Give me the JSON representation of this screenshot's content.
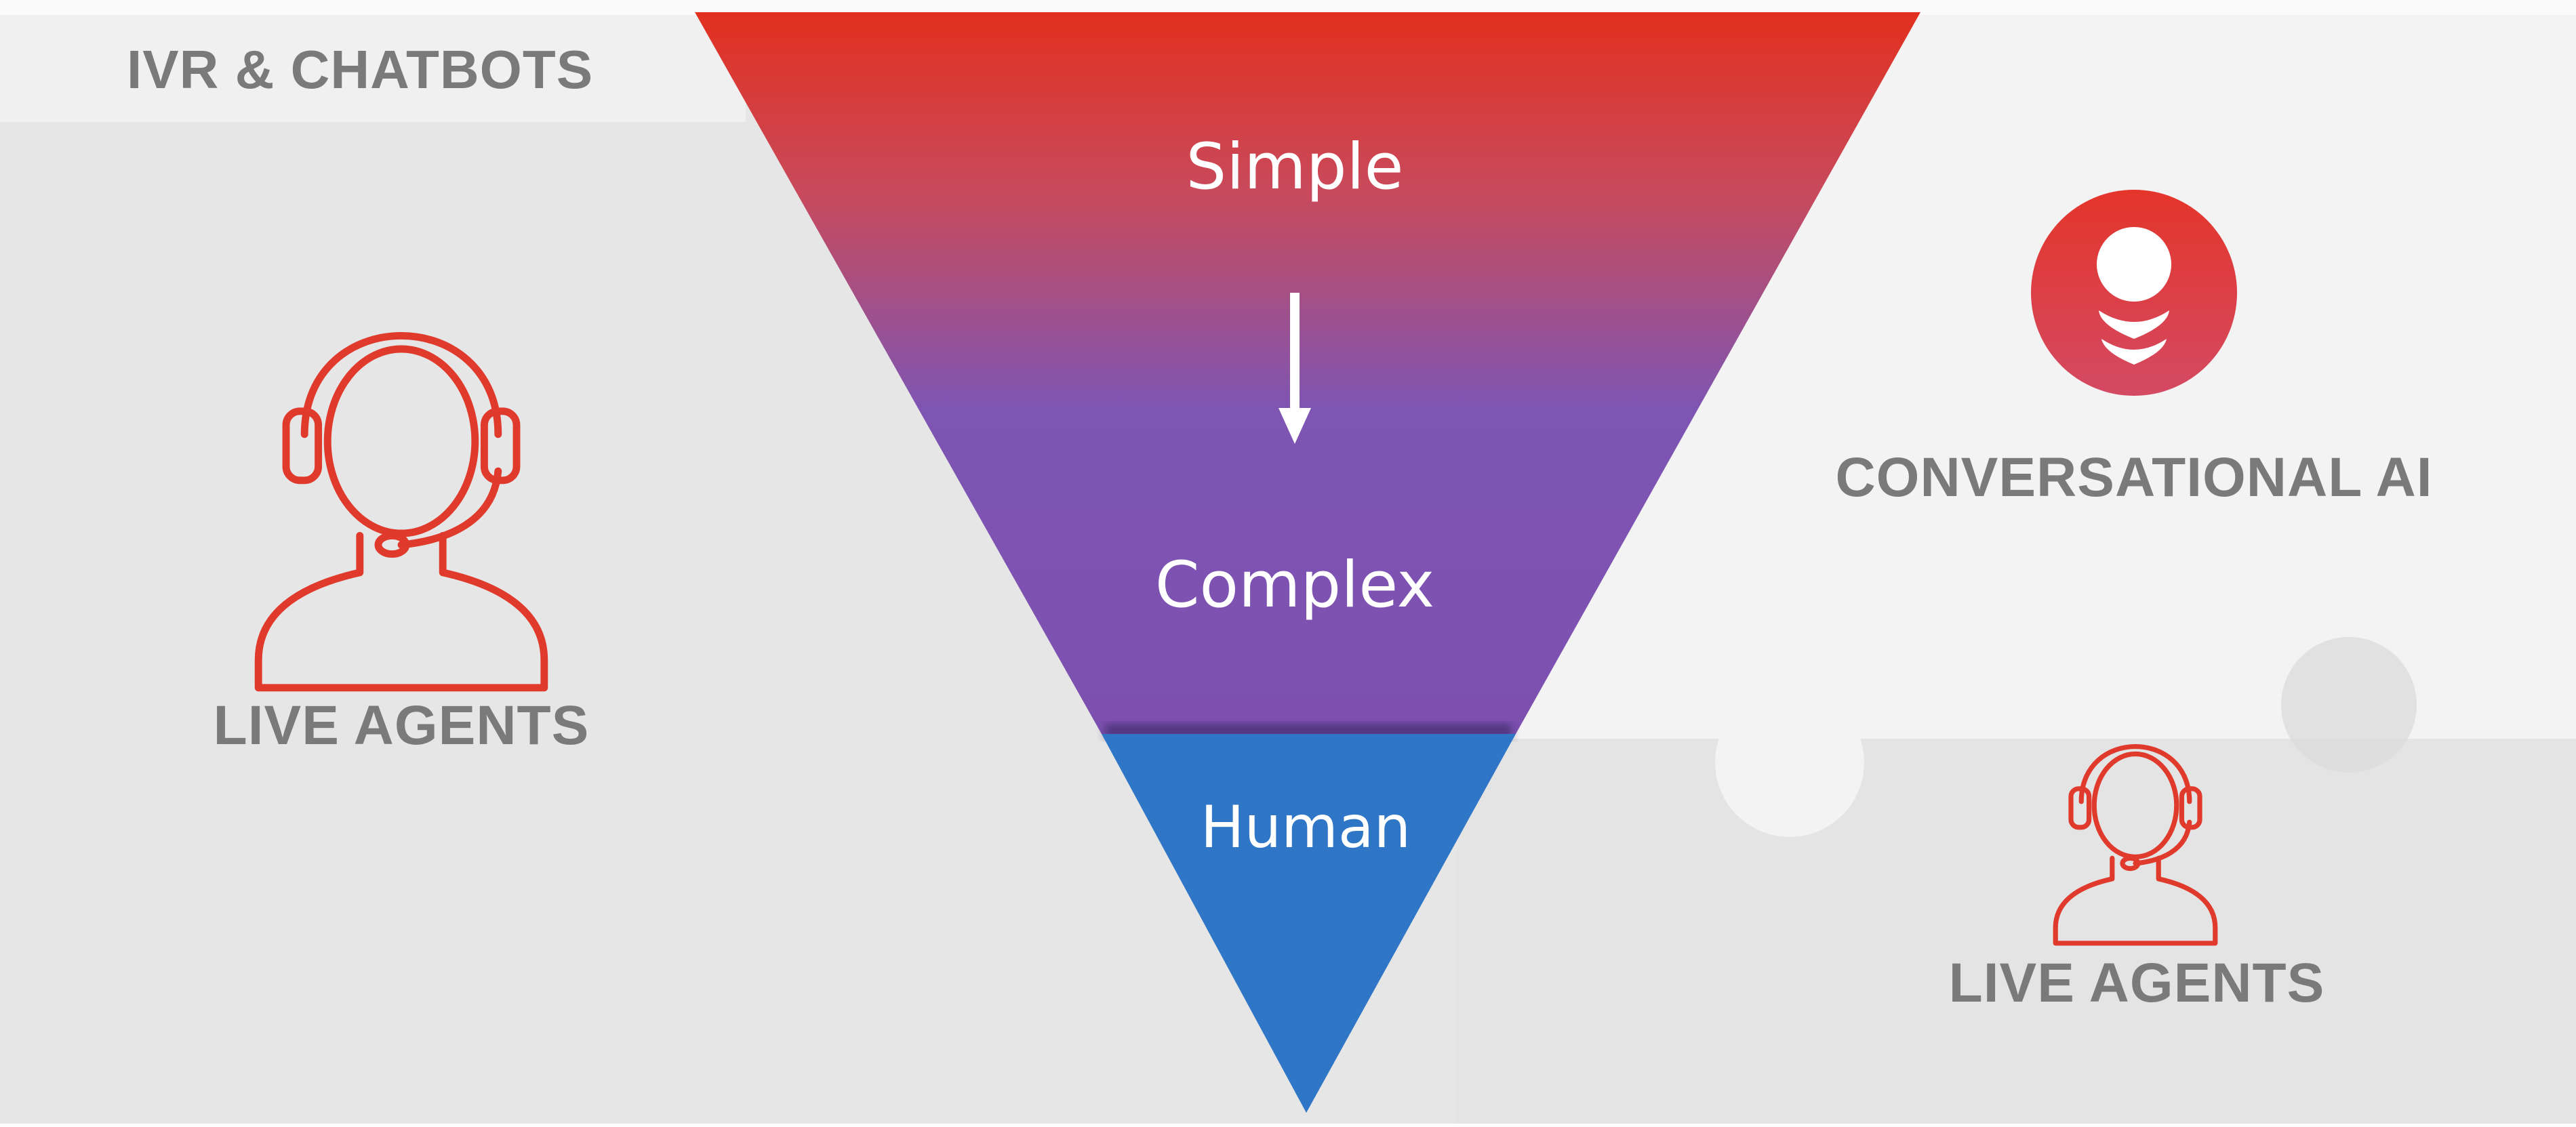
{
  "left_panel": {
    "header": "IVR & CHATBOTS",
    "agent_label": "LIVE AGENTS",
    "agent_icon": "headset-agent-icon"
  },
  "funnel": {
    "top_label": "Simple",
    "middle_label": "Complex",
    "bottom_label": "Human",
    "arrow_icon": "arrow-down-icon",
    "colors": {
      "top": "#e2301f",
      "middle": "#7e55b3",
      "bottom": "#2f76c6"
    }
  },
  "right_panel": {
    "ai_label": "CONVERSATIONAL AI",
    "ai_icon": "stacked-discs-icon",
    "agent_label": "LIVE AGENTS",
    "agent_icon": "headset-agent-icon"
  },
  "colors": {
    "background_left": "#e6e6e6",
    "background_right_top": "#f3f3f3",
    "background_right_bottom": "#e4e4e4",
    "label_gray": "#7a7a7a",
    "icon_red": "#e03a2c"
  }
}
